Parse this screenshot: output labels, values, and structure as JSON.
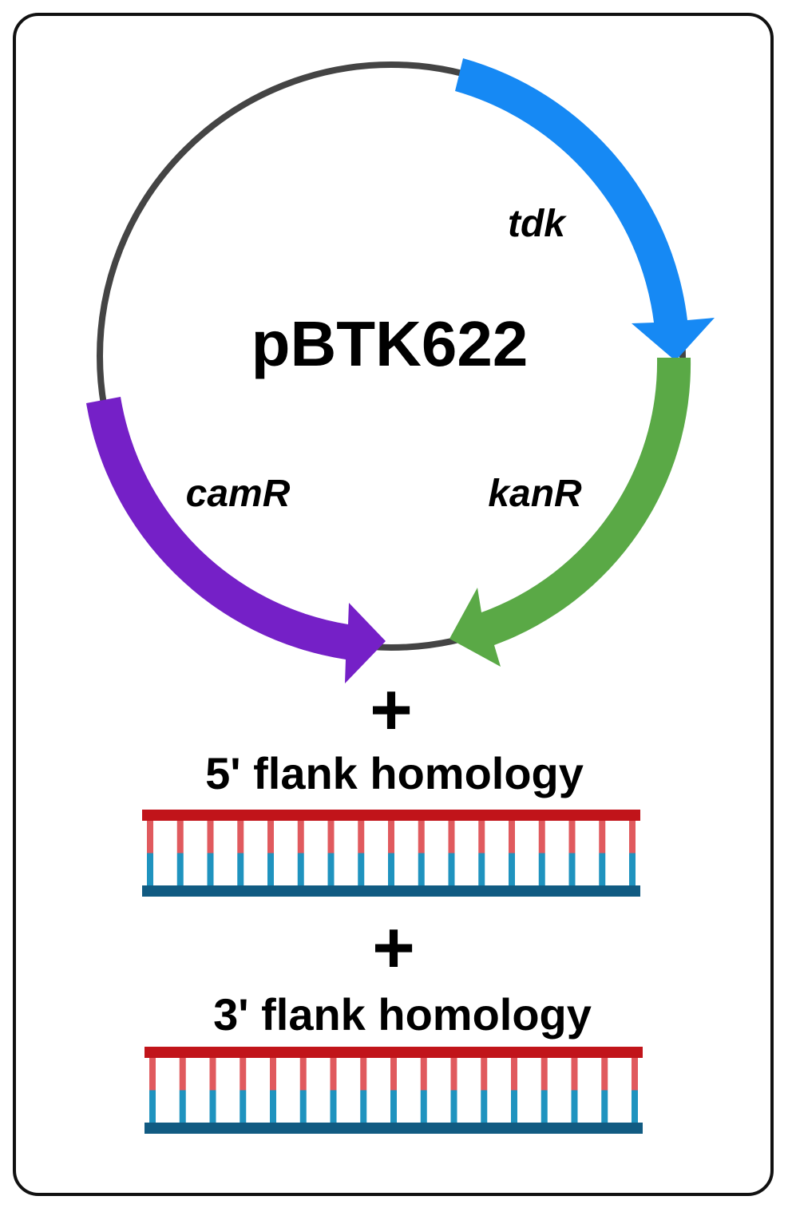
{
  "plasmid": {
    "name": "pBTK622",
    "backbone_color": "#444444",
    "genes": [
      {
        "label": "tdk",
        "color": "#1689f4"
      },
      {
        "label": "kanR",
        "color": "#5aa946"
      },
      {
        "label": "camR",
        "color": "#7520c7"
      }
    ]
  },
  "operators": {
    "plus": "+"
  },
  "fragments": [
    {
      "label": "5' flank homology"
    },
    {
      "label": "3' flank homology"
    }
  ],
  "dna_colors": {
    "top_strand": "#c1141a",
    "top_bases": "#e05a5e",
    "bottom_bases": "#1f93bf",
    "bottom_strand": "#115b82"
  }
}
